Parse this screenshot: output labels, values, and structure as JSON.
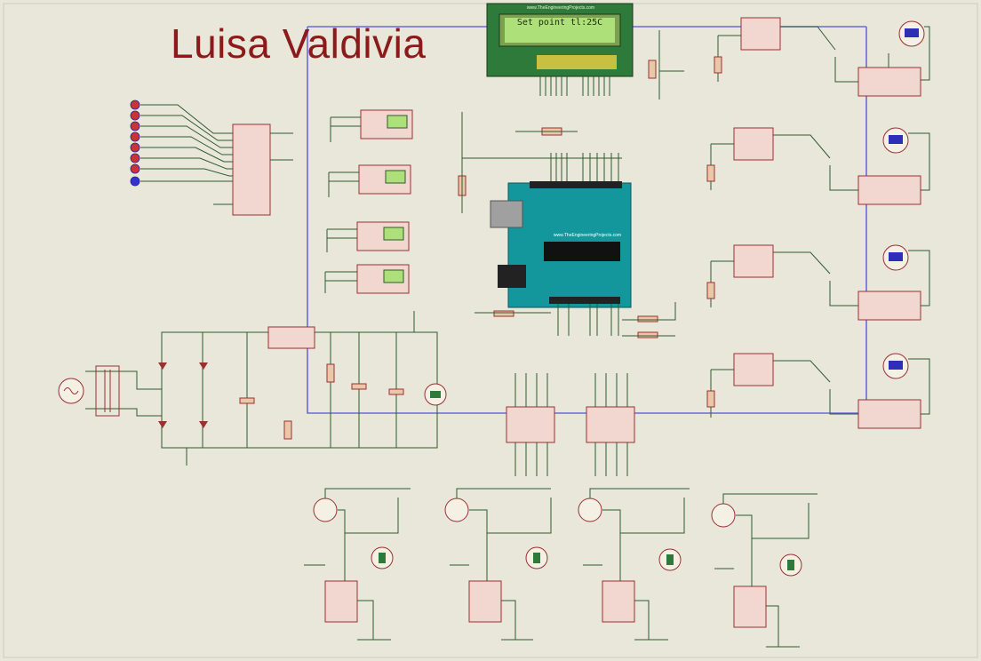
{
  "title": "Luisa Valdivia",
  "lcd": {
    "display_text": "Set point tl:25C",
    "brand": "www.TheEngineeringProjects.com"
  },
  "arduino": {
    "brand": "www.TheEngineeringProjects.com"
  },
  "colors": {
    "background": "#e9e6da",
    "wire": "#2f5b2f",
    "bus": "#6a6adc",
    "component": "#9a3030",
    "lcd_screen": "#aee07a",
    "arduino_board": "#14979c",
    "title": "#8b1a1a"
  }
}
